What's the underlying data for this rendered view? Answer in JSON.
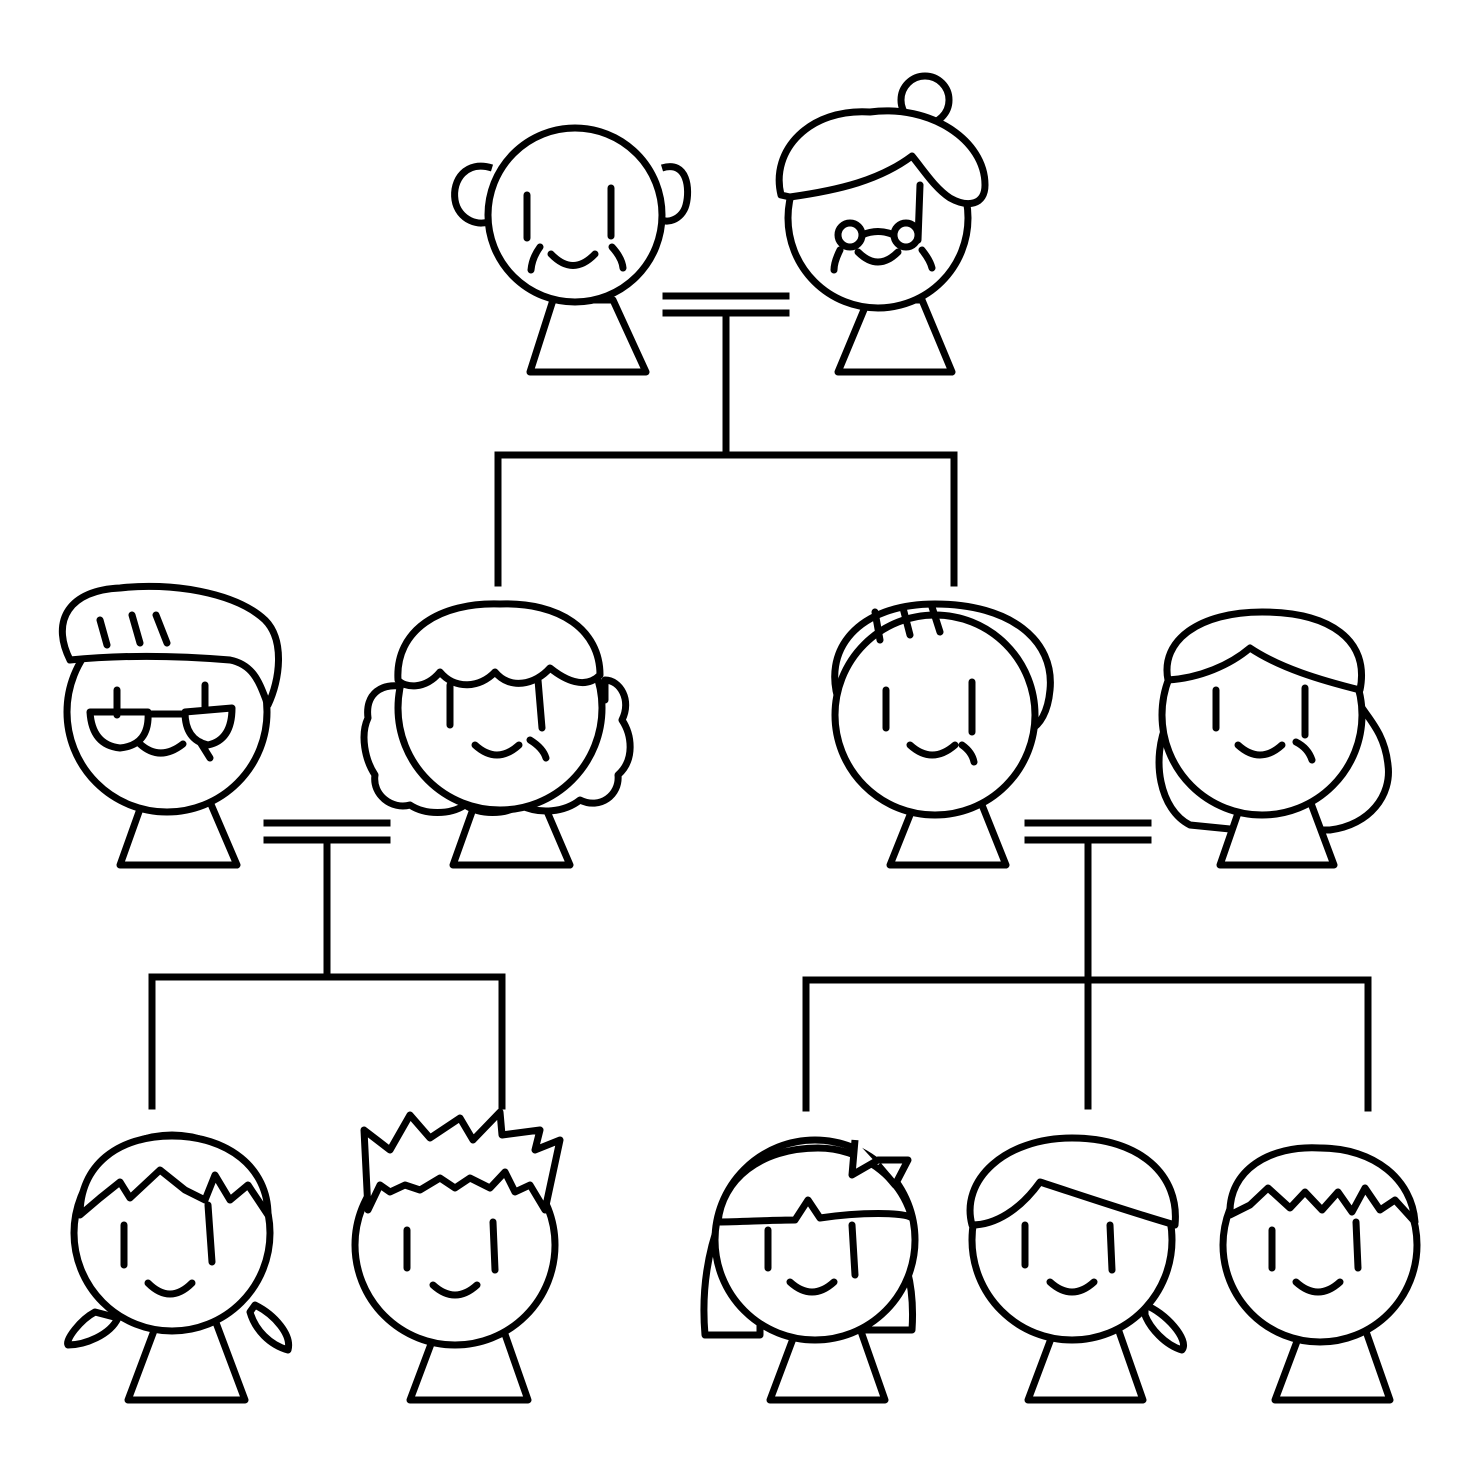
{
  "diagram": {
    "type": "family-tree",
    "colors": {
      "line": "#000000",
      "background": "#ffffff"
    },
    "generations": [
      {
        "level": "grandparents",
        "members": [
          {
            "id": "grandfather",
            "icon": "grandfather-icon"
          },
          {
            "id": "grandmother",
            "icon": "grandmother-icon"
          }
        ]
      },
      {
        "level": "parents",
        "members": [
          {
            "id": "left-father",
            "icon": "man-with-glasses-icon"
          },
          {
            "id": "left-mother",
            "icon": "curly-hair-woman-icon"
          },
          {
            "id": "right-father",
            "icon": "man-with-bangs-icon"
          },
          {
            "id": "right-mother",
            "icon": "long-hair-woman-icon"
          }
        ]
      },
      {
        "level": "children",
        "members": [
          {
            "id": "child-1",
            "icon": "pigtails-girl-icon"
          },
          {
            "id": "child-2",
            "icon": "spiky-hair-boy-icon"
          },
          {
            "id": "child-3",
            "icon": "bow-girl-icon"
          },
          {
            "id": "child-4",
            "icon": "ponytail-girl-icon"
          },
          {
            "id": "child-5",
            "icon": "boy-icon"
          }
        ]
      }
    ],
    "couples": [
      [
        "grandfather",
        "grandmother"
      ],
      [
        "left-father",
        "left-mother"
      ],
      [
        "right-father",
        "right-mother"
      ]
    ],
    "descendants": [
      {
        "parents": [
          "grandfather",
          "grandmother"
        ],
        "children": [
          "left-mother",
          "right-father"
        ]
      },
      {
        "parents": [
          "left-father",
          "left-mother"
        ],
        "children": [
          "child-1",
          "child-2"
        ]
      },
      {
        "parents": [
          "right-father",
          "right-mother"
        ],
        "children": [
          "child-3",
          "child-4",
          "child-5"
        ]
      }
    ]
  }
}
